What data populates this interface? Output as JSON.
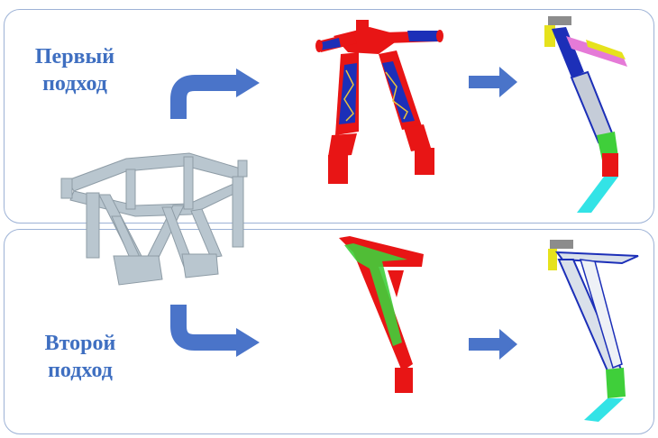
{
  "approaches": {
    "first": {
      "line1": "Первый",
      "line2": "подход"
    },
    "second": {
      "line1": "Второй",
      "line2": "подход"
    }
  },
  "colors": {
    "label": "#3f6fc1",
    "arrow": "#4a74c9",
    "panel_border": "#9db2d6",
    "structure": "#b9c6cf",
    "stress_red": "#e81515",
    "mesh_blue": "#1c2fb8",
    "mesh_green": "#3fcf3a"
  }
}
